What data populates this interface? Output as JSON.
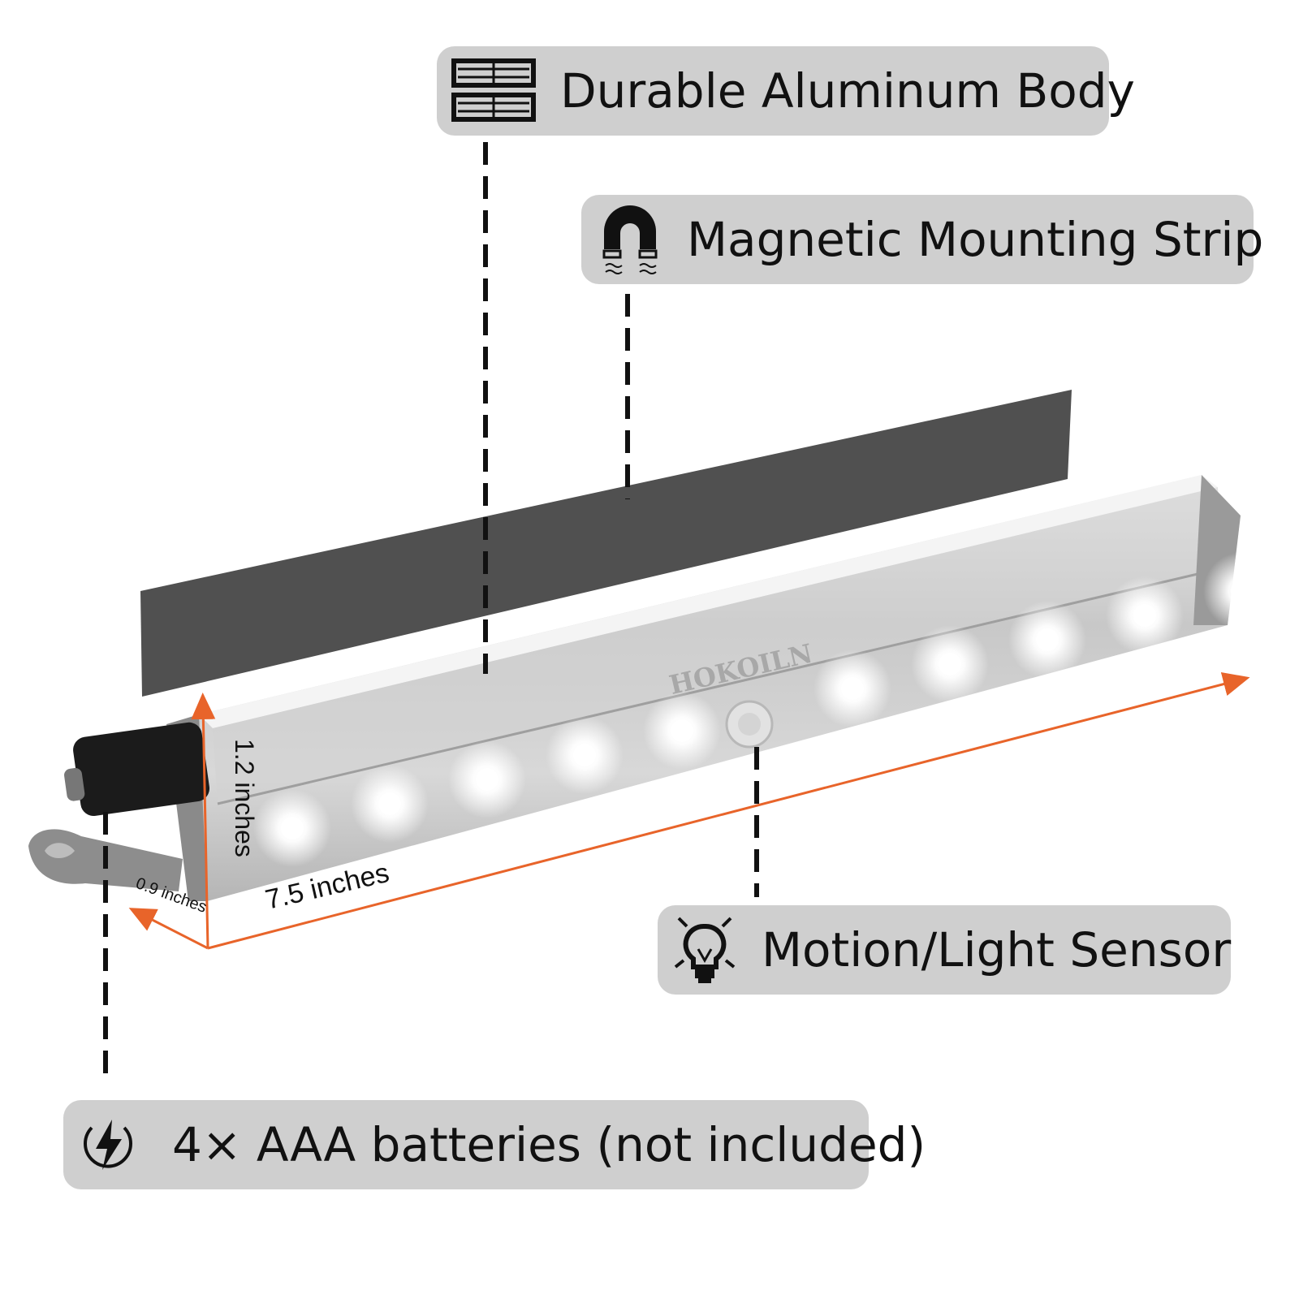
{
  "callouts": {
    "body": {
      "label": "Durable Aluminum Body",
      "icon": "aluminum-profile-icon"
    },
    "magnet": {
      "label": "Magnetic Mounting Strip",
      "icon": "magnet-icon"
    },
    "sensor": {
      "label": "Motion/Light Sensor",
      "icon": "bulb-sensor-icon"
    },
    "battery": {
      "label": "4× AAA batteries (not included)",
      "icon": "lightning-icon"
    }
  },
  "product": {
    "brand": "HOKOILN",
    "led_count": 10,
    "dimensions": {
      "length": "7.5 inches",
      "height": "1.2 inches",
      "depth": "0.9 inches"
    }
  },
  "colors": {
    "callout_bg": "#cfcfcf",
    "dimension_line": "#e8642a",
    "magnet_strip": "#505050",
    "bar": "#c8c8c8"
  }
}
